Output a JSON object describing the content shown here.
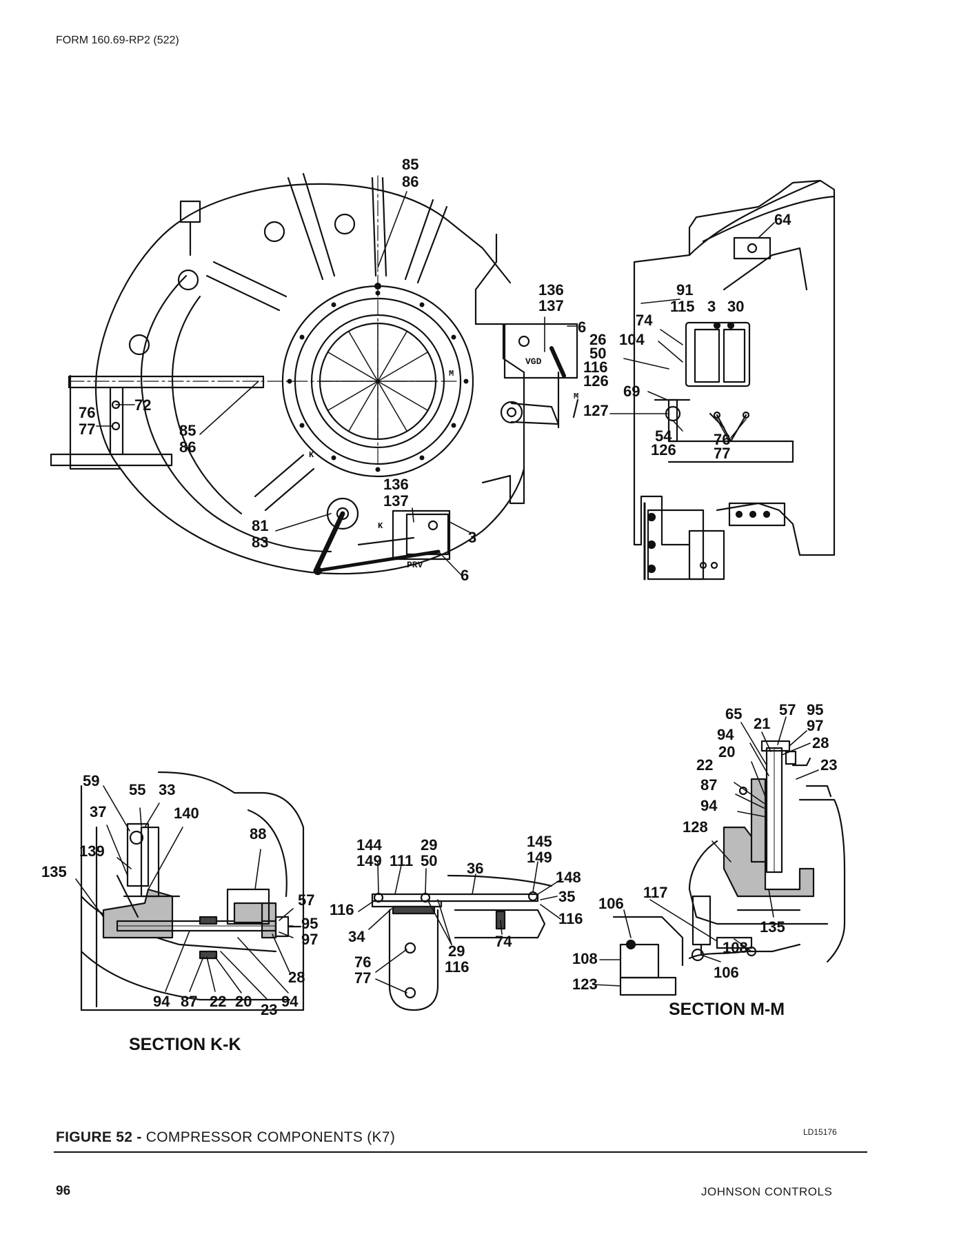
{
  "header": {
    "form_number": "FORM 160.69-RP2 (522)"
  },
  "figure": {
    "label": "FIGURE 52 -",
    "title": "COMPRESSOR COMPONENTS (K7)",
    "drawing_id": "LD15176"
  },
  "plates": {
    "vgd": "VGD",
    "prv": "PRV",
    "section_marker_k": "K",
    "section_marker_m": "M"
  },
  "sections": {
    "kk_title": "SECTION K-K",
    "mm_title": "SECTION M-M"
  },
  "callouts": {
    "top_front": [
      "85",
      "86",
      "136",
      "137",
      "6",
      "72",
      "76",
      "77",
      "85",
      "86",
      "81",
      "83",
      "136",
      "137",
      "3",
      "6"
    ],
    "top_side": [
      "64",
      "91",
      "115",
      "3",
      "30",
      "74",
      "104",
      "26",
      "50",
      "116",
      "126",
      "69",
      "127",
      "54",
      "126",
      "76",
      "77"
    ],
    "kk": [
      "59",
      "55",
      "33",
      "37",
      "140",
      "139",
      "135",
      "88",
      "57",
      "95",
      "97",
      "28",
      "94",
      "87",
      "22",
      "20",
      "23",
      "94"
    ],
    "mid": [
      "144",
      "149",
      "111",
      "29",
      "50",
      "36",
      "145",
      "149",
      "148",
      "35",
      "116",
      "116",
      "34",
      "74",
      "76",
      "77",
      "29",
      "116"
    ],
    "mm": [
      "65",
      "21",
      "57",
      "95",
      "97",
      "94",
      "28",
      "20",
      "23",
      "22",
      "87",
      "94",
      "128",
      "117",
      "106",
      "135",
      "108",
      "108",
      "106",
      "123"
    ]
  },
  "footer": {
    "page_number": "96",
    "company": "JOHNSON CONTROLS"
  }
}
